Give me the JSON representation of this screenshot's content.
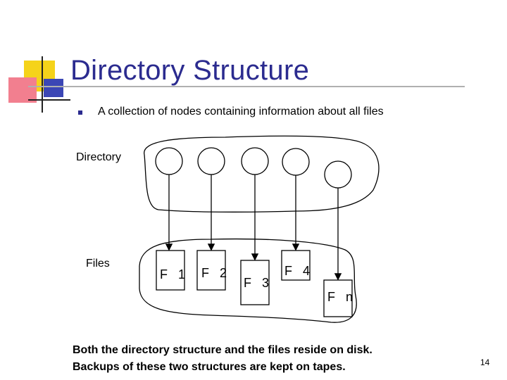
{
  "slide": {
    "title": "Directory Structure",
    "bullet": "A collection of nodes containing information about all files",
    "labels": {
      "directory": "Directory",
      "files": "Files"
    },
    "files": [
      "F 1",
      "F 2",
      "F 3",
      "F 4",
      "F n"
    ],
    "footer": {
      "line1": "Both the directory structure and the files reside on disk.",
      "line2": "Backups of these two structures are kept on tapes."
    },
    "page_number": "14"
  },
  "colors": {
    "title": "#2b2b8f",
    "logo_yellow": "#f5d31a",
    "logo_red": "#f27f8f",
    "logo_blue": "#3b46b5"
  }
}
